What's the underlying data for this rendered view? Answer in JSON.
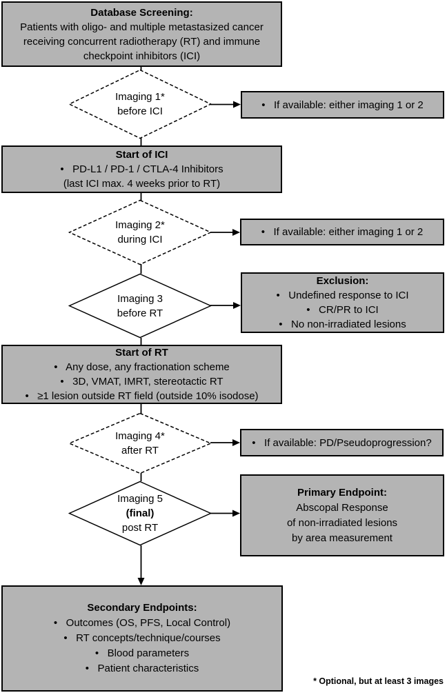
{
  "nodes": {
    "db": {
      "title": "Database Screening:",
      "l1": "Patients with oligo- and multiple metastasized cancer",
      "l2": "receiving concurrent radiotherapy (RT) and immune",
      "l3": "checkpoint inhibitors (ICI)"
    },
    "d1": {
      "l1": "Imaging 1*",
      "l2": "before ICI",
      "border": "dashed"
    },
    "s1": {
      "text": "•   If available: either imaging 1 or 2"
    },
    "ici": {
      "title": "Start of ICI",
      "l1": "•   PD-L1 / PD-1 / CTLA-4 Inhibitors",
      "l2": "(last ICI max. 4 weeks prior to RT)"
    },
    "d2": {
      "l1": "Imaging 2*",
      "l2": "during ICI",
      "border": "dashed"
    },
    "s2": {
      "text": "•   If available: either imaging 1 or 2"
    },
    "d3": {
      "l1": "Imaging 3",
      "l2": "before RT",
      "border": "solid"
    },
    "excl": {
      "title": "Exclusion:",
      "l1": "•   Undefined response to ICI",
      "l2": "•   CR/PR to ICI",
      "l3": "•   No non-irradiated lesions"
    },
    "rt": {
      "title": "Start of RT",
      "l1": "•   Any dose, any fractionation scheme",
      "l2": "•   3D, VMAT, IMRT, stereotactic RT",
      "l3": "•   ≥1 lesion outside RT field (outside 10% isodose)"
    },
    "d4": {
      "l1": "Imaging 4*",
      "l2": "after RT",
      "border": "dashed"
    },
    "s4": {
      "text": "•   If available: PD/Pseudoprogression?"
    },
    "d5": {
      "l1": "Imaging 5",
      "l2": "(final)",
      "l3": "post RT",
      "border": "solid"
    },
    "prim": {
      "title": "Primary Endpoint:",
      "l1": "Abscopal Response",
      "l2": "of non-irradiated lesions",
      "l3": "by area measurement"
    },
    "sec": {
      "title": "Secondary Endpoints:",
      "l1": "•   Outcomes (OS, PFS, Local Control)",
      "l2": "•   RT concepts/technique/courses",
      "l3": "•   Blood parameters",
      "l4": "•   Patient characteristics"
    }
  },
  "footnote": "* Optional, but at least 3 images",
  "colors": {
    "node_fill": "#b4b4b4",
    "border": "#000000",
    "diamond_fill": "#ffffff",
    "background": "#ffffff"
  }
}
